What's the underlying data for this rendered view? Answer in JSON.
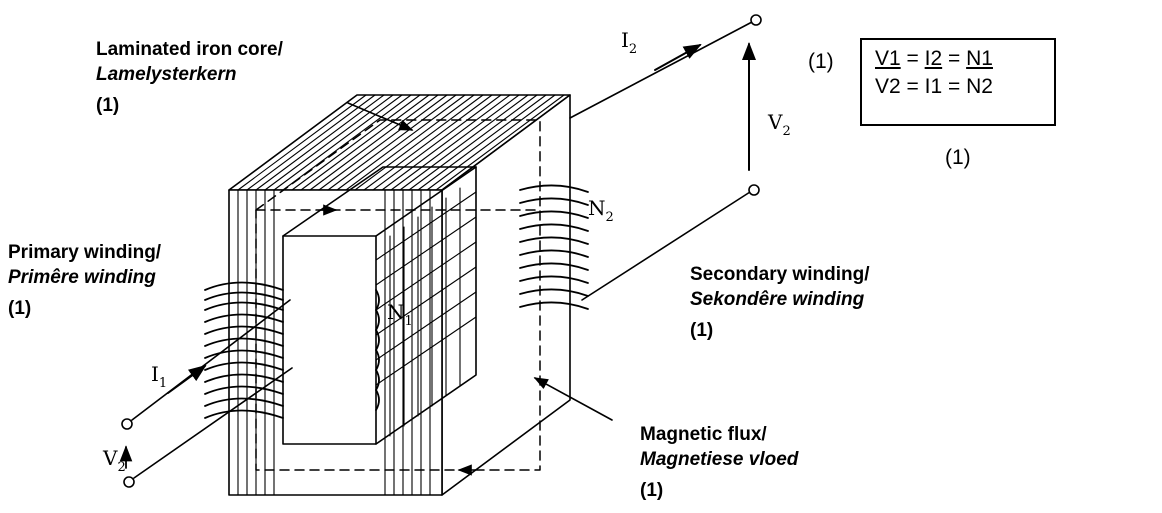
{
  "labels": {
    "core_en": "Laminated iron core/",
    "core_af": "Lamelysterkern",
    "core_mark": "(1)",
    "primary_en": "Primary winding/",
    "primary_af": "Primêre winding",
    "primary_mark": "(1)",
    "secondary_en": "Secondary winding/",
    "secondary_af": "Sekondêre winding",
    "secondary_mark": "(1)",
    "flux_en": "Magnetic flux/",
    "flux_af": "Magnetiese vloed",
    "flux_mark": "(1)"
  },
  "symbols": {
    "i": "I",
    "i1_sub": "1",
    "i2_sub": "2",
    "v": "V",
    "v2_sub": "2",
    "v2b_sub": "2",
    "n": "N",
    "n1_sub": "1",
    "n2_sub": "2"
  },
  "marks": {
    "top": "(1)",
    "ratio": "(1)"
  },
  "ratio_box": {
    "row1": {
      "a": "V1",
      "b": "I2",
      "c": "N1",
      "eq": "="
    },
    "row2": {
      "a": "V2",
      "b": "I1",
      "c": "N2",
      "eq": "="
    }
  },
  "colors": {
    "ink": "#000000",
    "paper": "#ffffff"
  }
}
